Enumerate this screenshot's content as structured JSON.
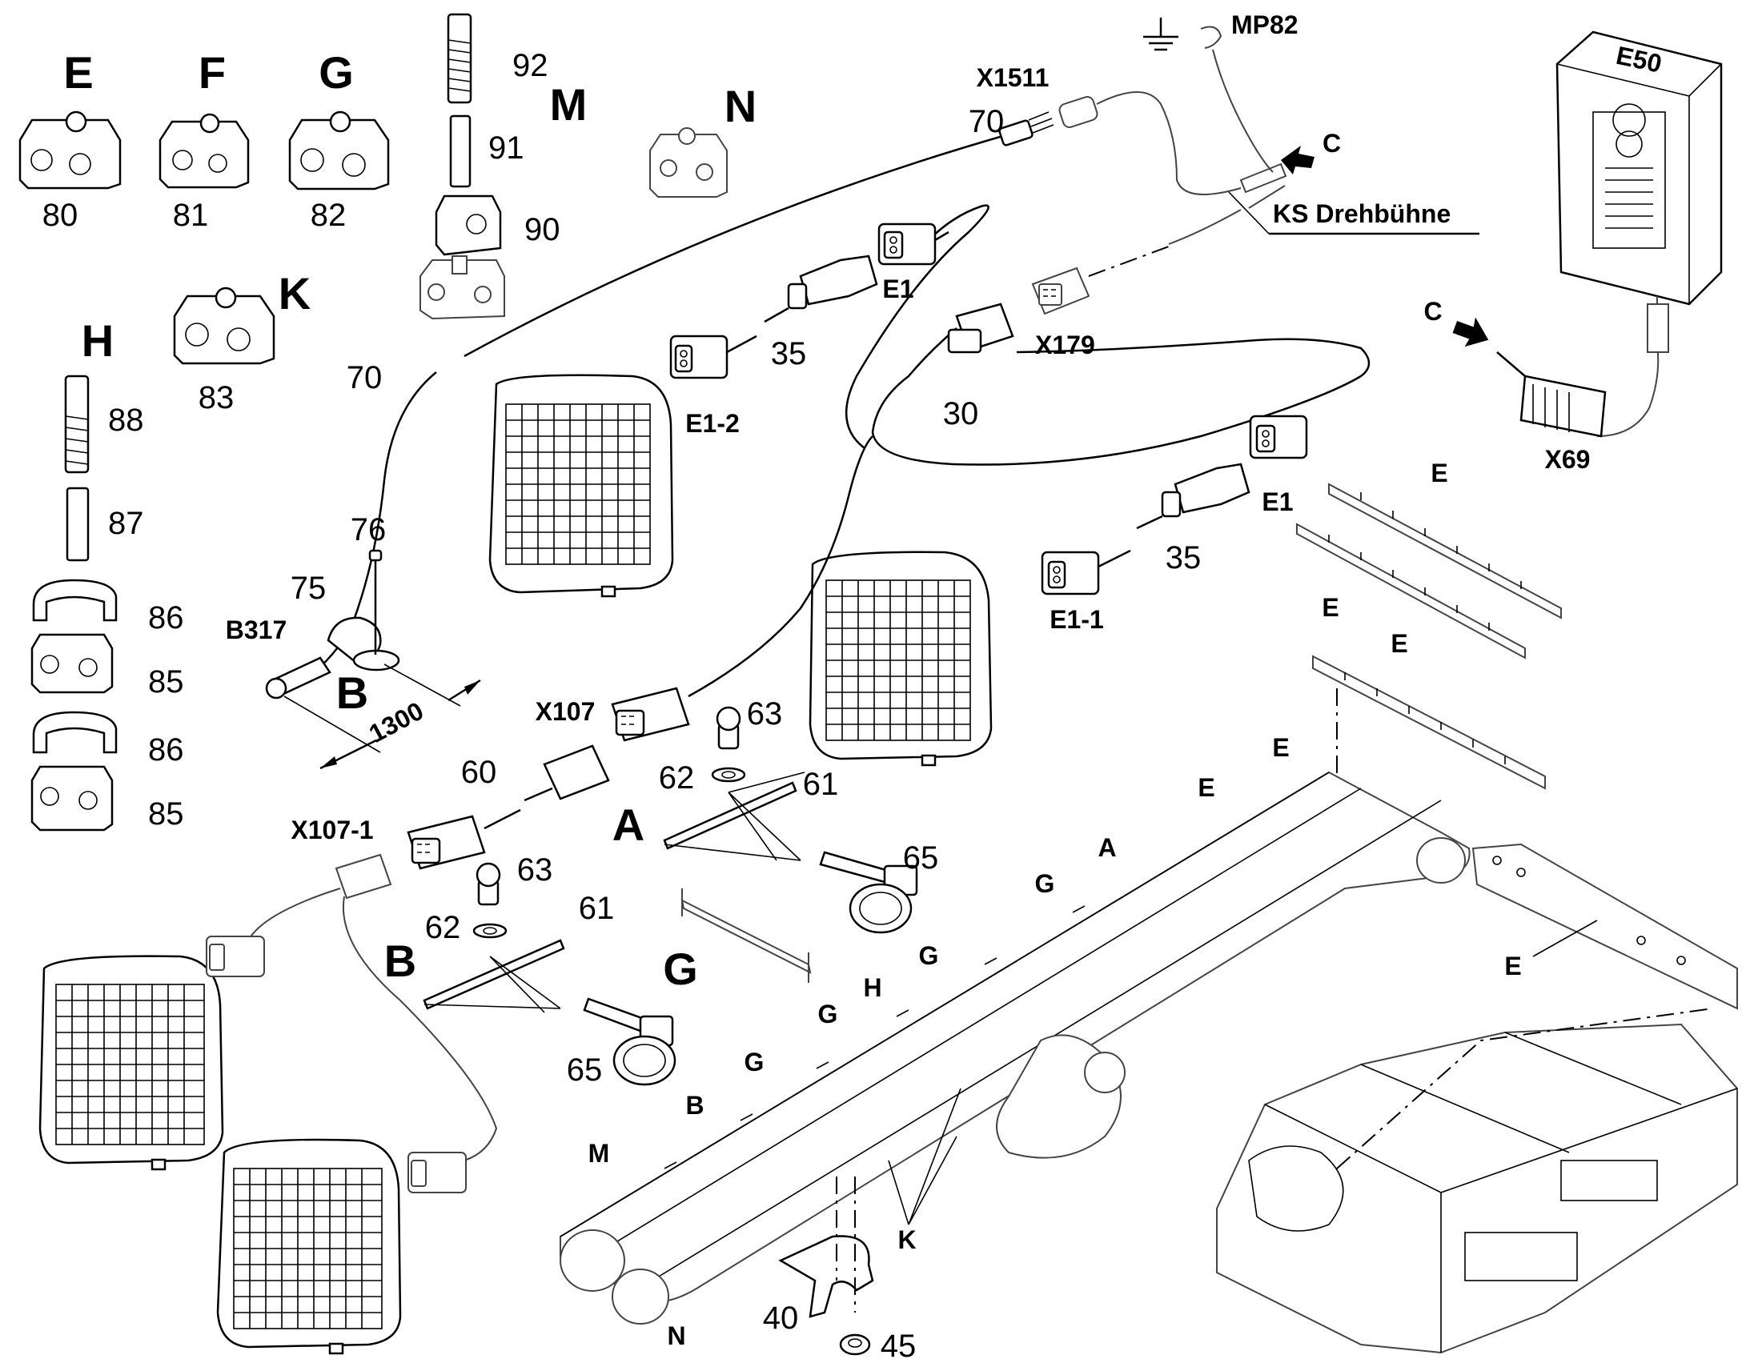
{
  "clamp_kits": [
    {
      "letter": "E",
      "item": "80"
    },
    {
      "letter": "F",
      "item": "81"
    },
    {
      "letter": "G",
      "item": "82"
    },
    {
      "letter": "K",
      "item": "83"
    },
    {
      "letter": "M",
      "items": [
        "92",
        "91",
        "90"
      ]
    },
    {
      "letter": "N"
    },
    {
      "letter": "H",
      "items": [
        "88",
        "87",
        "86",
        "85",
        "86",
        "85"
      ]
    }
  ],
  "connectors": {
    "x1511": "X1511",
    "mp82": "MP82",
    "ks": "KS Drehbühne",
    "c_top": "C",
    "c_box": "C",
    "e50": "E50",
    "x69": "X69",
    "x179": "X179",
    "e1_a": "E1",
    "e1_b": "E1",
    "e1_2": "E1-2",
    "e1_1": "E1-1",
    "x107": "X107",
    "x107_1": "X107-1",
    "b317": "B317"
  },
  "items": {
    "i70_top": "70",
    "i70_mid": "70",
    "i35_a": "35",
    "i35_b": "35",
    "i30": "30",
    "i76": "76",
    "i75": "75",
    "i60": "60",
    "i63_a": "63",
    "i62_a": "62",
    "i61_a": "61",
    "i65_a": "65",
    "i63_b": "63",
    "i62_b": "62",
    "i61_b": "61",
    "i65_b": "65",
    "i40": "40",
    "i45": "45"
  },
  "dimension": {
    "length": "1300"
  },
  "callouts": {
    "b_cable": "B",
    "a_kit": "A",
    "b_kit": "B",
    "g_bar": "G",
    "e_rail1": "E",
    "e_rail2": "E",
    "e_rail3": "E",
    "e_arm": "E",
    "e_boom1": "E",
    "e_boom2": "E",
    "a_boom": "A",
    "g_boom1": "G",
    "g_boom2": "G",
    "h_boom": "H",
    "g_boom3": "G",
    "g_boom4": "G",
    "b_boom": "B",
    "m_boom": "M",
    "n_boom": "N",
    "k_boom": "K"
  }
}
